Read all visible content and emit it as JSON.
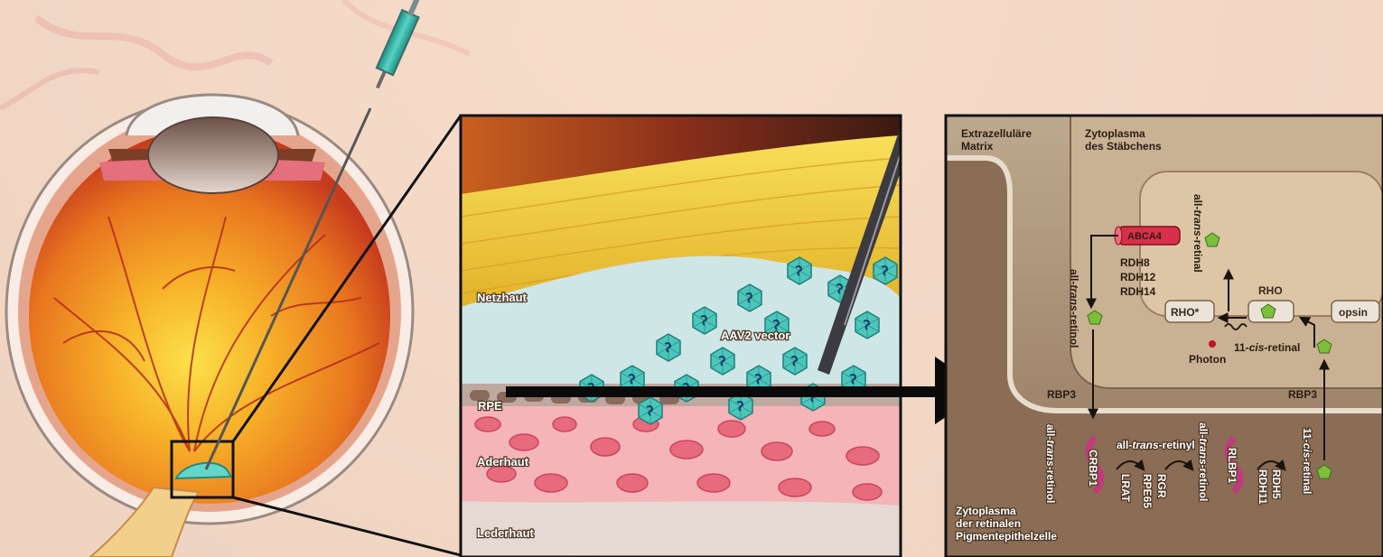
{
  "middle_panel": {
    "retina": "Netzhaut",
    "vector": "AAV2 vector",
    "rpe": "RPE",
    "choroid": "Aderhaut",
    "sclera": "Lederhaut"
  },
  "right_panel": {
    "extracellular": [
      "Extrazelluläre",
      "Matrix"
    ],
    "rod_cytoplasm": [
      "Zytoplasma",
      "des Stäbchens"
    ],
    "rpe_cytoplasm": [
      "Zytoplasma",
      "der retinalen",
      "Pigmentepithelzelle"
    ],
    "abca4": "ABCA4",
    "rdh": [
      "RDH8",
      "RDH12",
      "RDH14"
    ],
    "all_trans_retinal_prefix": "all-",
    "all_trans_retinal_italic": "trans",
    "all_trans_retinal_suffix": "-retinal",
    "all_trans_retinol_prefix": "all-",
    "all_trans_retinol_italic": "trans",
    "all_trans_retinol_suffix": "-retinol",
    "rho_star": "RHO*",
    "rho": "RHO",
    "opsin": "opsin",
    "cis_retinal_prefix": "11-",
    "cis_retinal_italic": "cis",
    "cis_retinal_suffix": "-retinal",
    "photon": "Photon",
    "rbp3_left": "RBP3",
    "rbp3_right": "RBP3",
    "all_trans_retinyl_prefix": "all-",
    "all_trans_retinyl_italic": "trans",
    "all_trans_retinyl_suffix": "-retinyl",
    "crbp1": "CRBP1",
    "rlbp1": "RLBP1",
    "lrat": "LRAT",
    "rgr": "RGR",
    "rpe65": "RPE65",
    "rdh5": "RDH5",
    "rdh11": "RDH11"
  },
  "colors": {
    "background": "#f3d9c6",
    "retina_yellow": "#f2cc3a",
    "vector_teal": "#4cc6bb",
    "choroid_pink": "#e86a7c",
    "panel_brown": "#9b8066",
    "ligand_green": "#7bbf3a",
    "abca4_red": "#d8304a"
  }
}
